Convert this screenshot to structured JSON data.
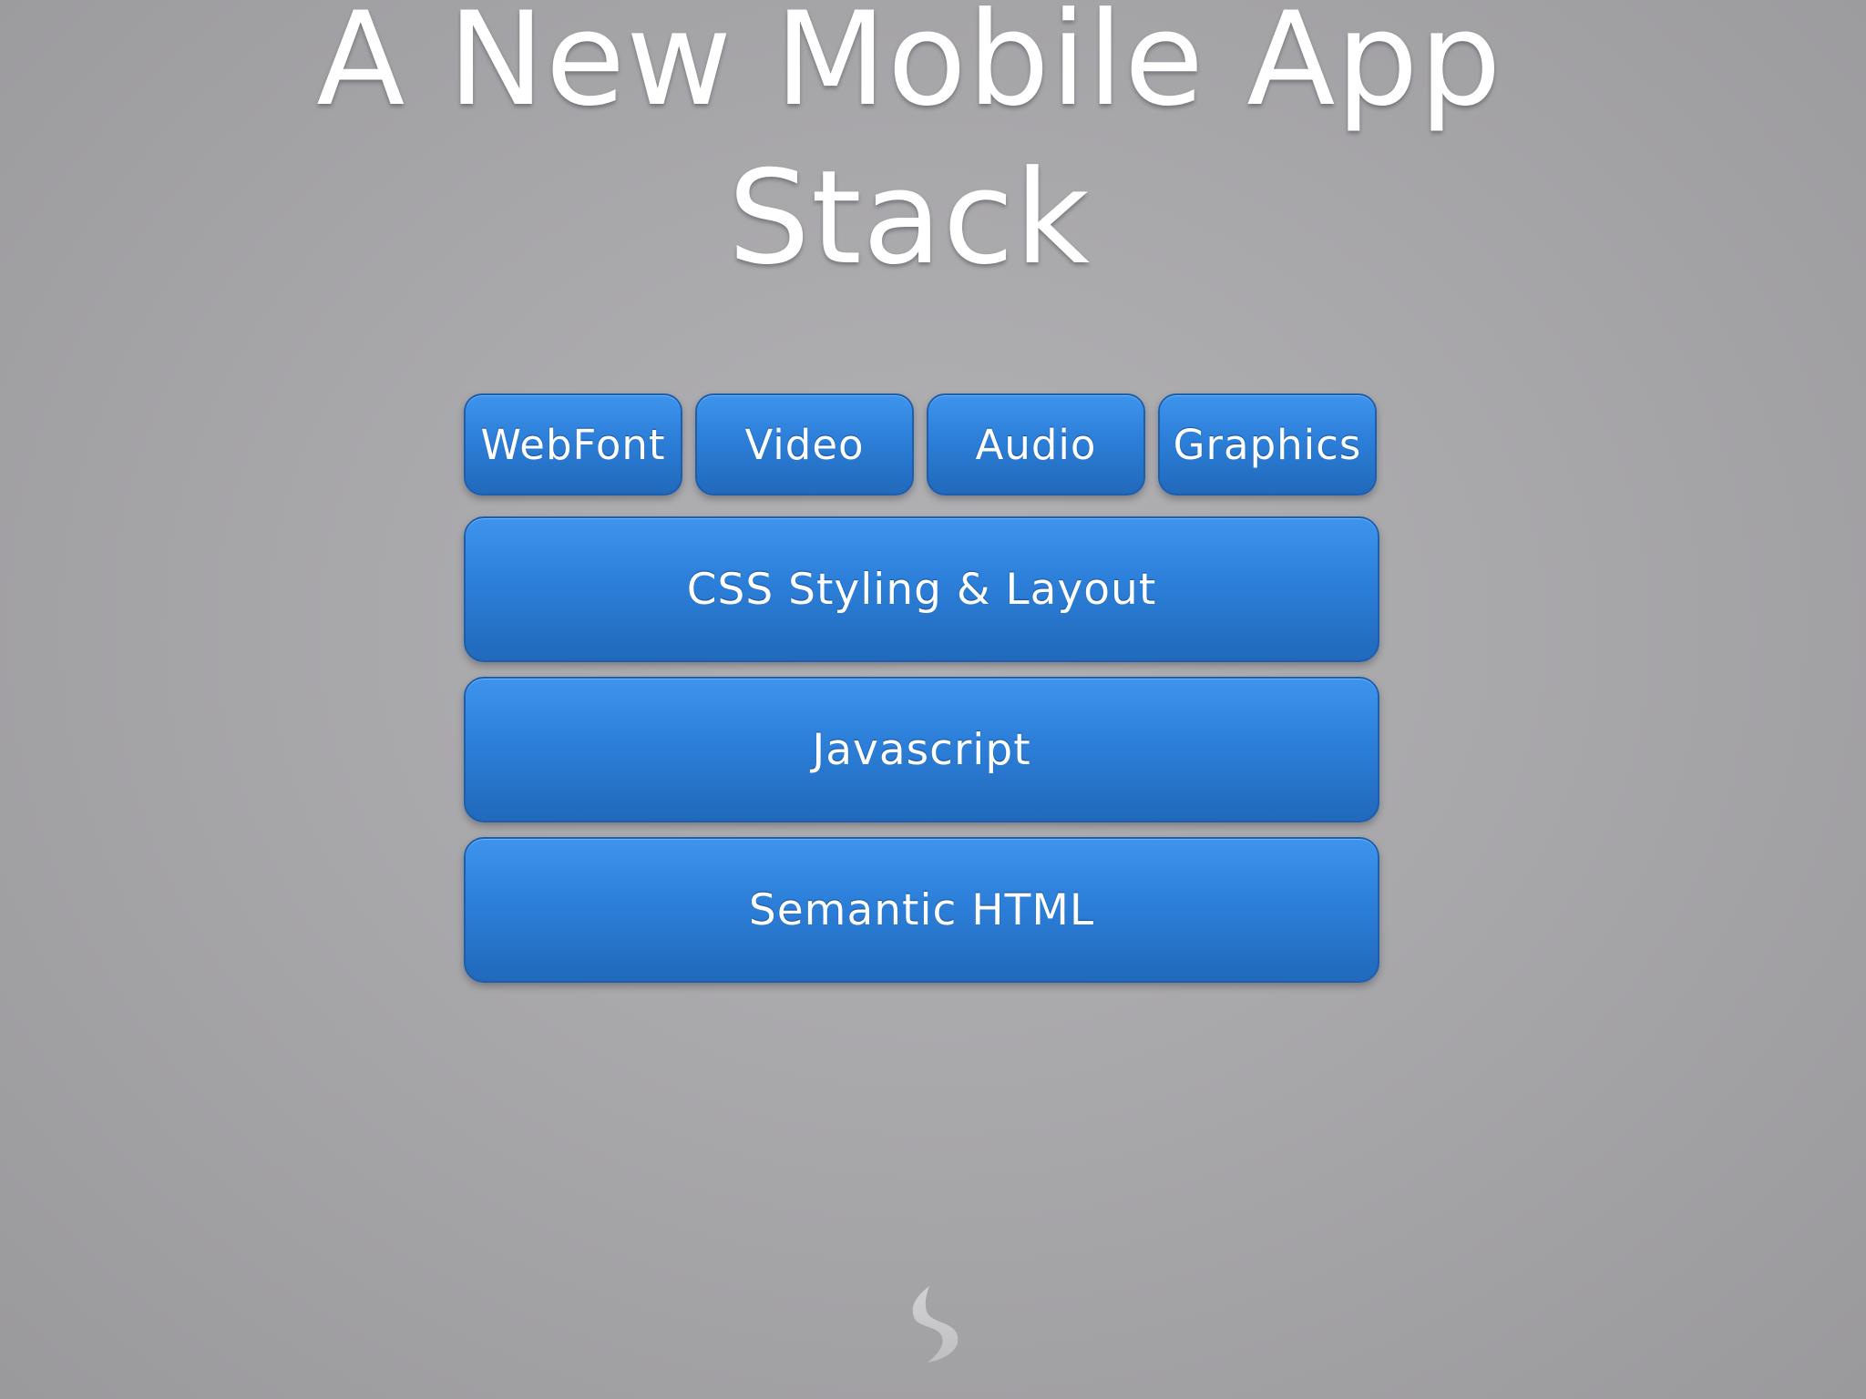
{
  "slide": {
    "title_line1": "A New Mobile App",
    "title_line2": "Stack"
  },
  "stack": {
    "top_row": [
      {
        "label": "WebFont"
      },
      {
        "label": "Video"
      },
      {
        "label": "Audio"
      },
      {
        "label": "Graphics"
      }
    ],
    "layers": [
      {
        "label": "CSS Styling & Layout"
      },
      {
        "label": "Javascript"
      },
      {
        "label": "Semantic HTML"
      }
    ]
  },
  "colors": {
    "background": "#a8a7aa",
    "box_fill": "#2c7fd9",
    "box_border": "#1b5fae",
    "text": "#ffffff"
  },
  "icons": {
    "footer_logo": "app-logo-icon"
  }
}
